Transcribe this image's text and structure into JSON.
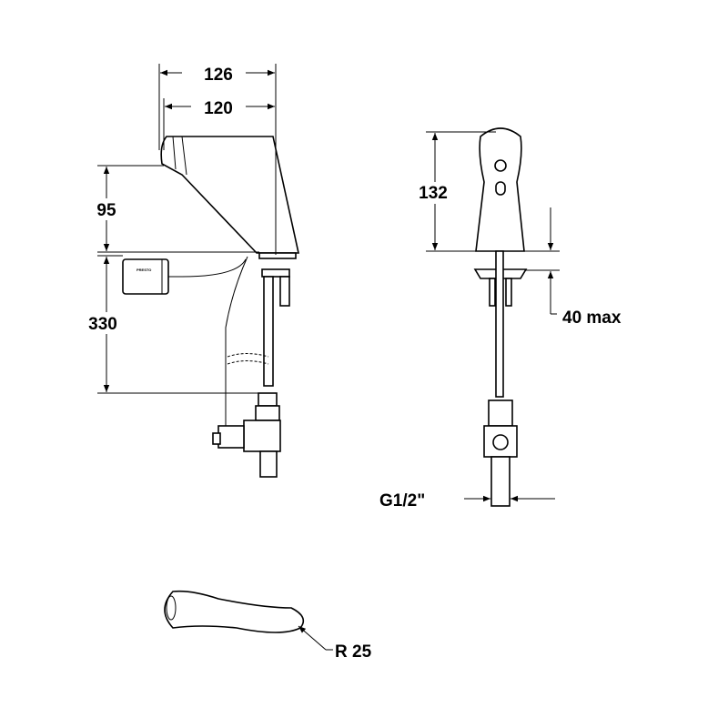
{
  "dimensions": {
    "overall_reach": "126",
    "spout_reach": "120",
    "spout_height": "95",
    "below_deck": "330",
    "front_height": "132",
    "deck_thickness": "40 max",
    "connection": "G1/2\"",
    "top_radius": "R 25"
  },
  "battery_box_logo": "PRESTO"
}
